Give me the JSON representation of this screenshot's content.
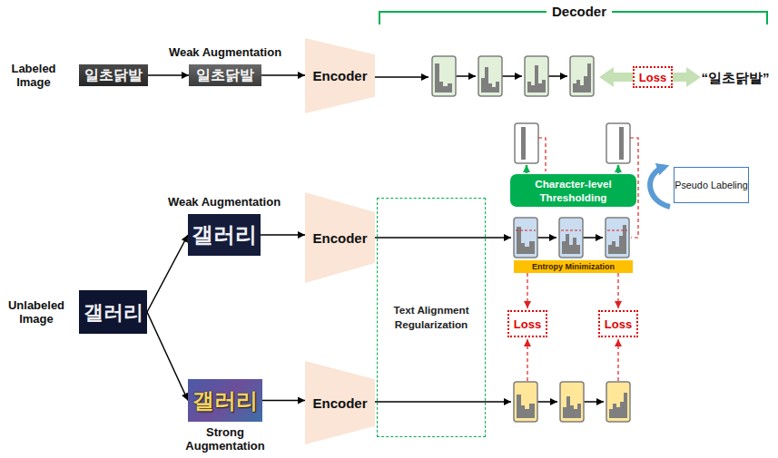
{
  "diagram": {
    "nodes": [
      {
        "text": [
          "일초닭발"
        ]
      },
      {
        "text": [
          "Weak Augmentation",
          "일초닭발"
        ]
      },
      {
        "text": [
          "Encoder"
        ]
      },
      {
        "text": [
          "Loss"
        ]
      },
      {
        "text": [
          "갤러리"
        ]
      },
      {
        "text": [
          "Weak Augmentation",
          "갤러리"
        ]
      },
      {
        "text": [
          "Strong Augmentation",
          "갤러리"
        ]
      },
      {
        "text": [
          "Encoder"
        ]
      },
      {
        "text": [
          "Encoder"
        ]
      },
      {
        "text": [
          "Text Alignment Regularization"
        ]
      },
      {
        "text": [
          "Character-level Thresholding"
        ]
      },
      {
        "text": [
          "Entropy Minimization"
        ]
      },
      {
        "text": [
          "Pseudo Labeling"
        ]
      },
      {
        "text": [
          "Loss"
        ]
      },
      {
        "text": [
          "Loss"
        ]
      }
    ],
    "edges": [
      {
        "from": 0,
        "to": 1,
        "arrow": "to"
      },
      {
        "from": 1,
        "to": 2,
        "arrow": "to"
      },
      {
        "from": 4,
        "to": 5,
        "arrow": "to"
      },
      {
        "from": 4,
        "to": 6,
        "arrow": "to"
      },
      {
        "from": 5,
        "to": 7,
        "arrow": "to"
      },
      {
        "from": 6,
        "to": 8,
        "arrow": "to"
      }
    ],
    "labels": [
      "Decoder",
      "Labeled Image",
      "Unlabeled Image",
      "“일초닭발”"
    ]
  }
}
